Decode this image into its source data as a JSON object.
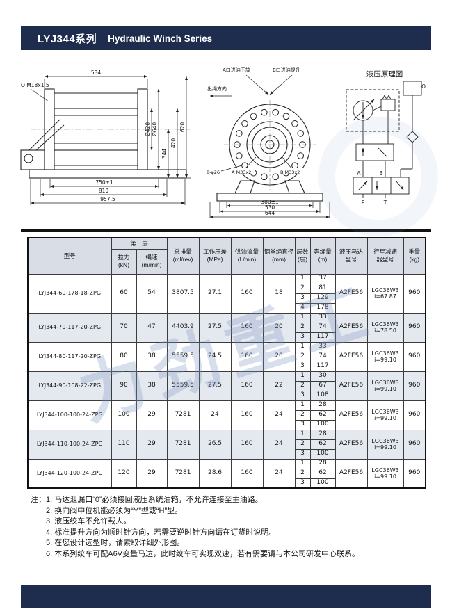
{
  "page": {
    "watermark": "力劲重工"
  },
  "header": {
    "series": "LYJ344系列",
    "title": "Hydraulic Winch Series"
  },
  "drawings": {
    "side_view": {
      "dim_top": "534",
      "thread_label": "O M18x1.5",
      "dia_inner": "Ø420",
      "dia_outer": "Ø640",
      "dim_height": "620",
      "dim_height2": "420",
      "dim_height3": "344",
      "dim_b1": "750±1",
      "dim_b2": "810",
      "dim_b3": "957.5"
    },
    "front_view": {
      "label_a_port": "A口进油下放",
      "label_b_port": "B口进油提升",
      "label_rope_dir": "出绳方向",
      "label_a_thread": "A M33x2",
      "label_b_thread": "B M33x2",
      "label_holes": "8-φ26",
      "dim_b1": "380±1",
      "dim_b2": "530",
      "dim_b3": "644"
    },
    "schematic": {
      "title": "液压原理图",
      "label_o": "O",
      "label_a": "A",
      "label_b": "B",
      "label_p": "P",
      "label_t": "T"
    }
  },
  "table": {
    "headers": {
      "model": "型号",
      "first_layer": "第一层",
      "pull": [
        "拉力",
        "(kN)"
      ],
      "speed": [
        "绳速",
        "(m/min)"
      ],
      "displacement": [
        "总排量",
        "(ml/rev)"
      ],
      "pressure": [
        "工作压差",
        "(MPa)"
      ],
      "flow": [
        "供油流量",
        "(L/min)"
      ],
      "rope_dia": [
        "钢丝绳直径",
        "(mm)"
      ],
      "layers": [
        "层数",
        "(层)"
      ],
      "capacity": [
        "容绳量",
        "(m)"
      ],
      "motor": [
        "液压马达",
        "型号"
      ],
      "reducer": [
        "行星减速",
        "器型号"
      ],
      "weight": [
        "重量",
        "(kg)"
      ]
    },
    "rows": [
      {
        "model": "LYJ344-60-178-18-ZPG",
        "pull": "60",
        "speed": "54",
        "displacement": "3807.5",
        "pressure": "27.1",
        "flow": "160",
        "rope_dia": "18",
        "layers": [
          [
            "1",
            "37"
          ],
          [
            "2",
            "81"
          ],
          [
            "3",
            "129"
          ],
          [
            "4",
            "178"
          ]
        ],
        "motor": "A2FE56",
        "reducer": [
          "LGC36W3",
          "i=67.87"
        ],
        "weight": "960"
      },
      {
        "model": "LYJ344-70-117-20-ZPG",
        "pull": "70",
        "speed": "47",
        "displacement": "4403.9",
        "pressure": "27.5",
        "flow": "160",
        "rope_dia": "20",
        "layers": [
          [
            "1",
            "33"
          ],
          [
            "2",
            "74"
          ],
          [
            "3",
            "117"
          ]
        ],
        "motor": "A2FE56",
        "reducer": [
          "LGC36W3",
          "i=78.50"
        ],
        "weight": "960"
      },
      {
        "model": "LYJ344-80-117-20-ZPG",
        "pull": "80",
        "speed": "38",
        "displacement": "5559.5",
        "pressure": "24.5",
        "flow": "160",
        "rope_dia": "20",
        "layers": [
          [
            "1",
            "33"
          ],
          [
            "2",
            "74"
          ],
          [
            "3",
            "117"
          ]
        ],
        "motor": "A2FE56",
        "reducer": [
          "LGC36W3",
          "i=99.10"
        ],
        "weight": "960"
      },
      {
        "model": "LYJ344-90-108-22-ZPG",
        "pull": "90",
        "speed": "38",
        "displacement": "5559.5",
        "pressure": "27.5",
        "flow": "160",
        "rope_dia": "22",
        "layers": [
          [
            "1",
            "30"
          ],
          [
            "2",
            "67"
          ],
          [
            "3",
            "108"
          ]
        ],
        "motor": "A2FE56",
        "reducer": [
          "LGC36W3",
          "i=99.10"
        ],
        "weight": "960"
      },
      {
        "model": "LYJ344-100-100-24-ZPG",
        "pull": "100",
        "speed": "29",
        "displacement": "7281",
        "pressure": "24",
        "flow": "160",
        "rope_dia": "24",
        "layers": [
          [
            "1",
            "28"
          ],
          [
            "2",
            "62"
          ],
          [
            "3",
            "100"
          ]
        ],
        "motor": "A2FE56",
        "reducer": [
          "LGC36W3",
          "i=99.10"
        ],
        "weight": "960"
      },
      {
        "model": "LYJ344-110-100-24-ZPG",
        "pull": "110",
        "speed": "29",
        "displacement": "7281",
        "pressure": "26.5",
        "flow": "160",
        "rope_dia": "24",
        "layers": [
          [
            "1",
            "28"
          ],
          [
            "2",
            "62"
          ],
          [
            "3",
            "100"
          ]
        ],
        "motor": "A2FE56",
        "reducer": [
          "LGC36W3",
          "i=99.10"
        ],
        "weight": "960"
      },
      {
        "model": "LYJ344-120-100-24-ZPG",
        "pull": "120",
        "speed": "29",
        "displacement": "7281",
        "pressure": "28.6",
        "flow": "160",
        "rope_dia": "24",
        "layers": [
          [
            "1",
            "28"
          ],
          [
            "2",
            "62"
          ],
          [
            "3",
            "100"
          ]
        ],
        "motor": "A2FE56",
        "reducer": [
          "LGC36W3",
          "i=99.10"
        ],
        "weight": "960"
      }
    ]
  },
  "notes": {
    "label": "注：",
    "items": [
      "1. 马达泄漏口“0”必须接回液压系统油箱，不允许连接至主油路。",
      "2. 换向阀中位机能必须为“Y”型或“H”型。",
      "3. 液压绞车不允许载人。",
      "4. 标准提升方向为顺时针方向，若需要逆时针方向请在订货时说明。",
      "5. 在您设计选型时，请索取详细外形图。",
      "6. 本系列绞车可配A6V变量马达，此时绞车可实现双速，若有需要请与本公司研发中心联系。"
    ]
  }
}
